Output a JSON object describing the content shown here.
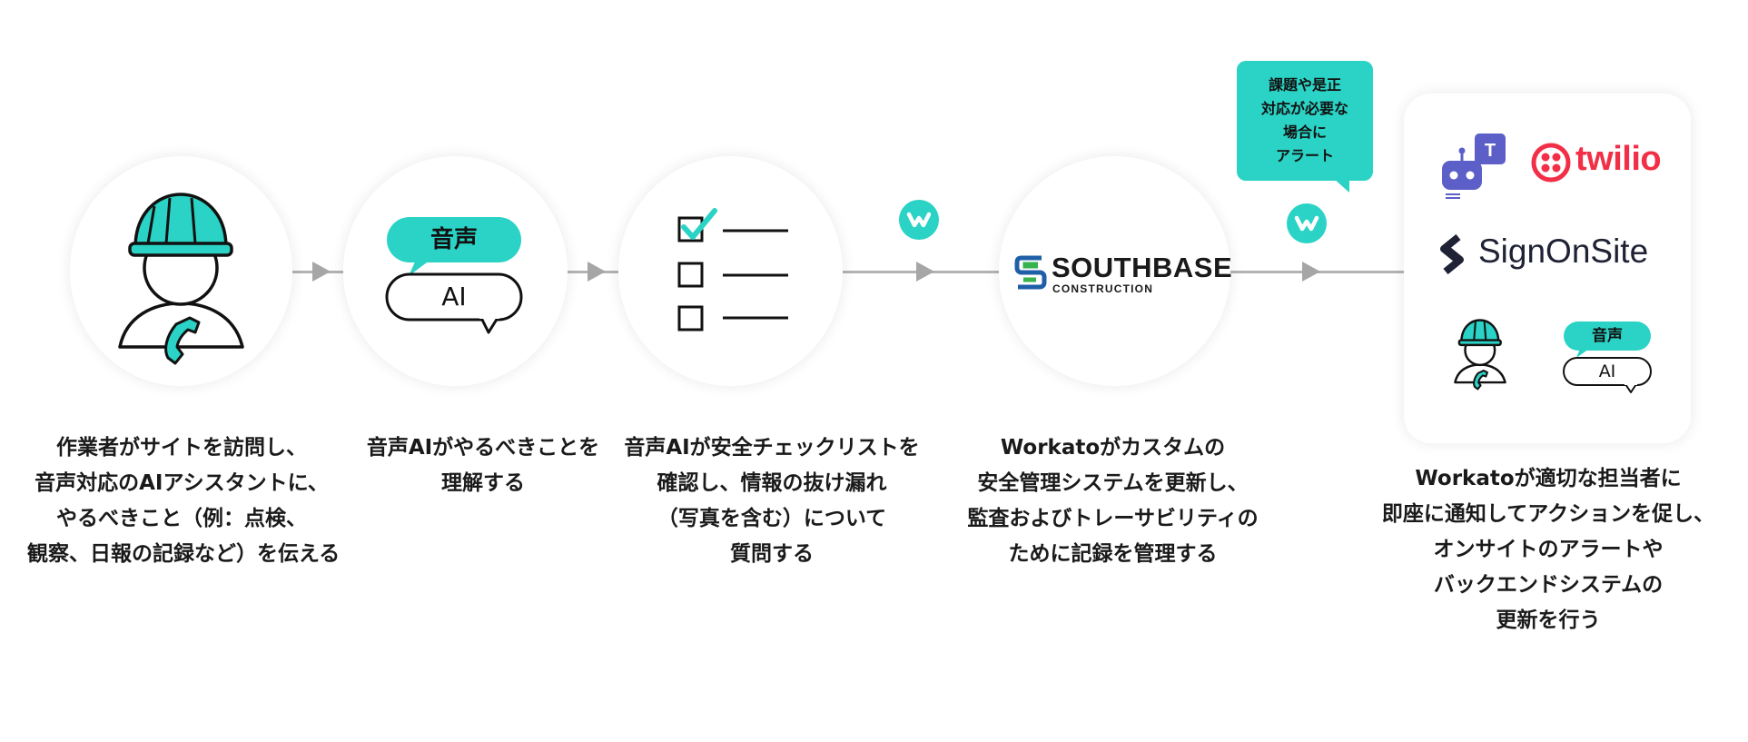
{
  "colors": {
    "accent_teal": "#2ad3c5",
    "connector_gray": "#b3b3b3",
    "twilio_red": "#f22f46",
    "southbase_blue": "#1f5fa8",
    "southbase_green": "#37b24d",
    "teams_purple": "#5b5fc7"
  },
  "steps": [
    {
      "icon": "worker-with-phone-icon",
      "caption": [
        "作業者がサイトを訪問し、",
        "音声対応のAIアシスタントに、",
        "やるべきこと（例：点検、",
        "観察、日報の記録など）を伝える"
      ]
    },
    {
      "icon": "voice-ai-speech-bubbles-icon",
      "bubble_top": "音声",
      "bubble_bottom": "AI",
      "caption": [
        "音声AIがやるべきことを",
        "理解する"
      ]
    },
    {
      "icon": "checklist-icon",
      "caption": [
        "音声AIが安全チェックリストを",
        "確認し、情報の抜け漏れ",
        "（写真を含む）について",
        "質問する"
      ]
    },
    {
      "icon": "southbase-logo",
      "logo_name": "SOUTHBASE",
      "logo_sub": "CONSTRUCTION",
      "caption": [
        "Workatoがカスタムの",
        "安全管理システムを更新し、",
        "監査およびトレーサビリティの",
        "ために記録を管理する"
      ]
    },
    {
      "icon": "notification-card",
      "twilio_label": "twilio",
      "signonsite_label": "SignOnSite",
      "bubble_top": "音声",
      "bubble_bottom": "AI",
      "caption": [
        "Workatoが適切な担当者に",
        "即座に通知してアクションを促し、",
        "オンサイトのアラートや",
        "バックエンドシステムの",
        "更新を行う"
      ]
    }
  ],
  "callout": {
    "lines": [
      "課題や是正",
      "対応が必要な",
      "場合に",
      "アラート"
    ]
  },
  "workato_badges": [
    "workato-logo-icon",
    "workato-logo-icon"
  ]
}
